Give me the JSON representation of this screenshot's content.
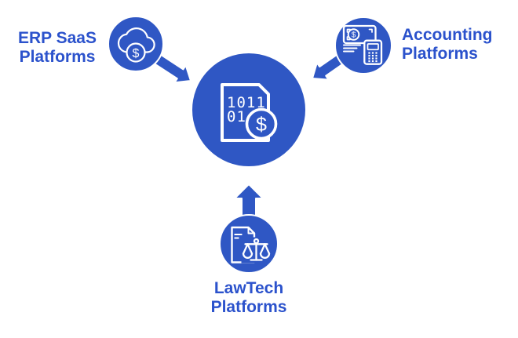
{
  "colors": {
    "primary_blue": "#2f57c4",
    "label_blue": "#2b52cc",
    "icon_stroke": "#ffffff",
    "background": "#ffffff"
  },
  "nodes": {
    "erp": {
      "line1": "ERP SaaS",
      "line2": "Platforms",
      "icon": "cloud-dollar-icon",
      "dollar": "$"
    },
    "accounting": {
      "line1": "Accounting",
      "line2": "Platforms",
      "icon": "banknote-calculator-icon",
      "dollar": "$"
    },
    "lawtech": {
      "line1": "LawTech",
      "line2": "Platforms",
      "icon": "legal-document-scales-icon"
    },
    "center": {
      "icon": "digital-invoice-document-icon",
      "digits_row1": "1011",
      "digits_row2": "01",
      "dollar": "$"
    }
  }
}
